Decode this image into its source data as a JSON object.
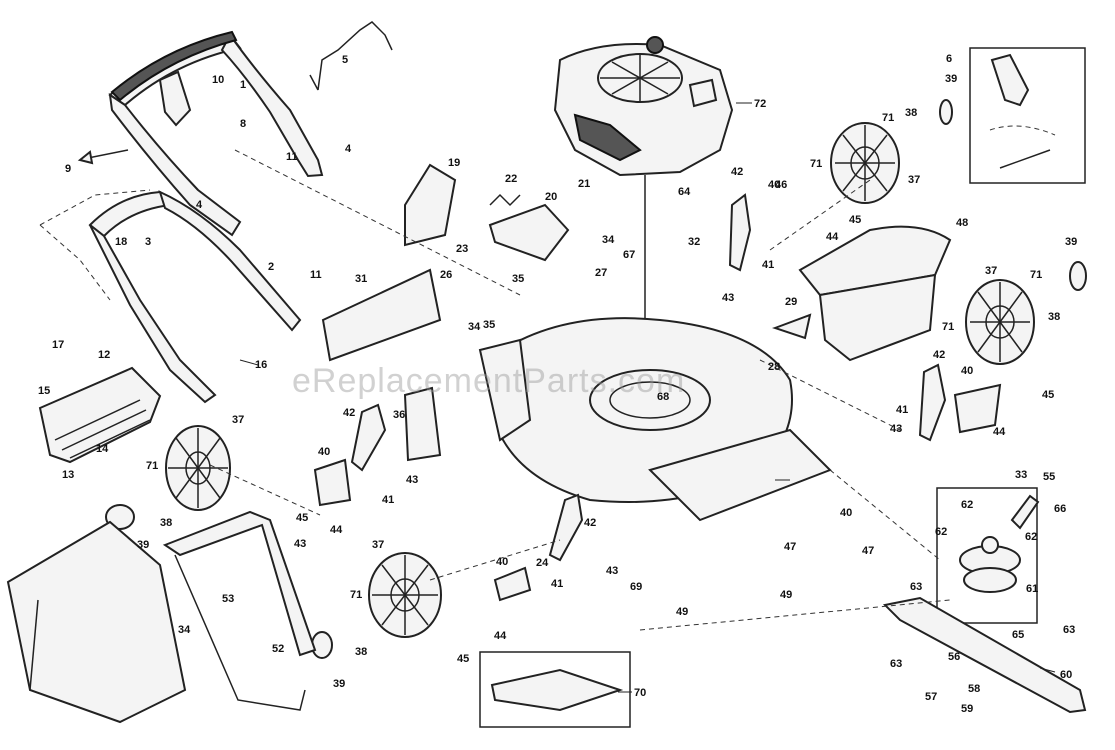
{
  "watermark": "eReplacementParts.com",
  "labels": {
    "l1": "1",
    "l2": "2",
    "l3": "3",
    "l4a": "4",
    "l4b": "4",
    "l5": "5",
    "l6": "6",
    "l8": "8",
    "l9": "9",
    "l10": "10",
    "l11a": "11",
    "l11b": "11",
    "l12": "12",
    "l13": "13",
    "l14": "14",
    "l15": "15",
    "l16": "16",
    "l17": "17",
    "l18": "18",
    "l19": "19",
    "l20": "20",
    "l21": "21",
    "l22": "22",
    "l23": "23",
    "l24": "24",
    "l26": "26",
    "l27": "27",
    "l28": "28",
    "l29": "29",
    "l31": "31",
    "l32": "32",
    "l33": "33",
    "l34a": "34",
    "l34b": "34",
    "l34c": "34",
    "l35a": "35",
    "l35b": "35",
    "l36": "36",
    "l37a": "37",
    "l37b": "37",
    "l37c": "37",
    "l37d": "37",
    "l38a": "38",
    "l38b": "38",
    "l38c": "38",
    "l38d": "38",
    "l39a": "39",
    "l39b": "39",
    "l39c": "39",
    "l39d": "39",
    "l40a": "40",
    "l40b": "40",
    "l40c": "40",
    "l40d": "40",
    "l40e": "40",
    "l41a": "41",
    "l41b": "41",
    "l41c": "41",
    "l41d": "41",
    "l42a": "42",
    "l42b": "42",
    "l42c": "42",
    "l42d": "42",
    "l43a": "43",
    "l43b": "43",
    "l43c": "43",
    "l43d": "43",
    "l43e": "43",
    "l44a": "44",
    "l44b": "44",
    "l44c": "44",
    "l44d": "44",
    "l45a": "45",
    "l45b": "45",
    "l45c": "45",
    "l45d": "45",
    "l46": "46",
    "l47a": "47",
    "l47b": "47",
    "l48": "48",
    "l49a": "49",
    "l49b": "49",
    "l52": "52",
    "l53": "53",
    "l55": "55",
    "l56": "56",
    "l57": "57",
    "l58": "58",
    "l59": "59",
    "l60": "60",
    "l61": "61",
    "l62a": "62",
    "l62b": "62",
    "l62c": "62",
    "l63a": "63",
    "l63b": "63",
    "l63c": "63",
    "l64": "64",
    "l65": "65",
    "l66": "66",
    "l67": "67",
    "l68": "68",
    "l69": "69",
    "l70": "70",
    "l71a": "71",
    "l71b": "71",
    "l71c": "71",
    "l71d": "71",
    "l71e": "71",
    "l71f": "71",
    "l72": "72"
  }
}
